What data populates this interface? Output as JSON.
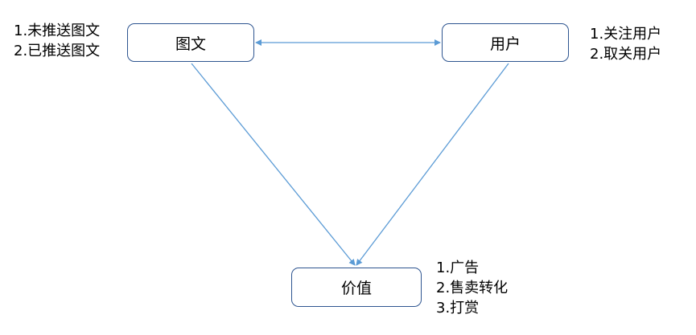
{
  "nodes": {
    "content": {
      "label": "图文"
    },
    "user": {
      "label": "用户"
    },
    "value": {
      "label": "价值"
    }
  },
  "notes": {
    "content": [
      "1.未推送图文",
      "2.已推送图文"
    ],
    "user": [
      "1.关注用户",
      "2.取关用户"
    ],
    "value": [
      "1.广告",
      "2.售卖转化",
      "3.打赏"
    ]
  },
  "edges": [
    {
      "from": "content",
      "to": "user",
      "direction": "both"
    },
    {
      "from": "content",
      "to": "value",
      "direction": "forward"
    },
    {
      "from": "user",
      "to": "value",
      "direction": "forward"
    }
  ],
  "colors": {
    "node_border": "#2e5590",
    "edge": "#5b9bd5",
    "text": "#000000"
  }
}
